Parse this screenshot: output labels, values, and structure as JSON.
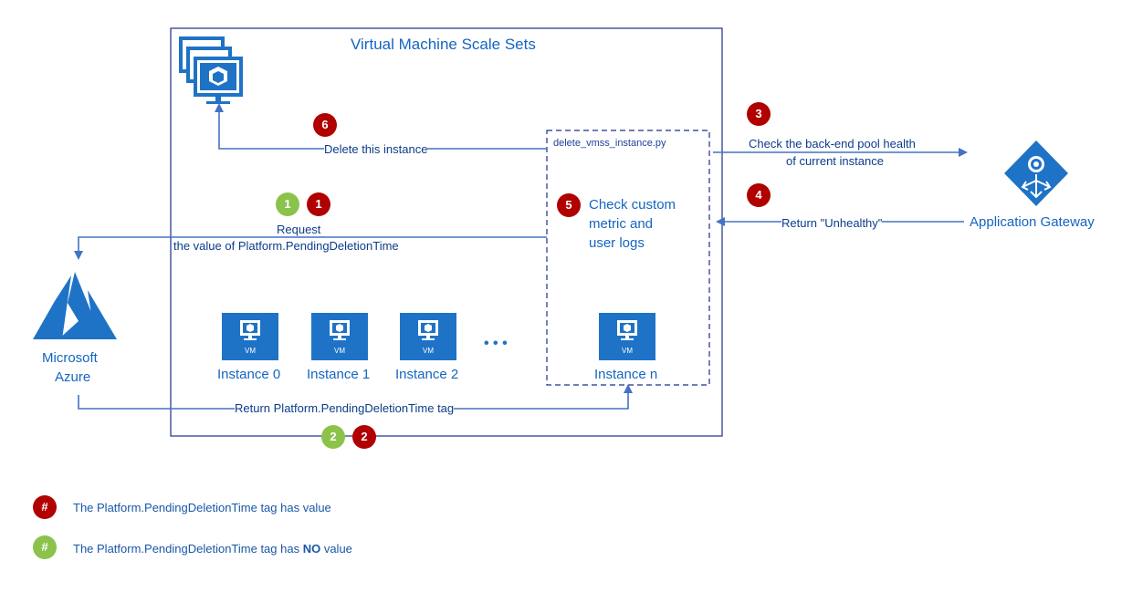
{
  "title": "Virtual Machine Scale Sets",
  "script_name": "delete_vmss_instance.py",
  "steps": {
    "s1_red": "1",
    "s1_green": "1",
    "s2_red": "2",
    "s2_green": "2",
    "s3": "3",
    "s4": "4",
    "s5": "5",
    "s6": "6"
  },
  "labels": {
    "delete": "Delete this instance",
    "request_line1": "Request",
    "request_line2": "the value of Platform.PendingDeletionTime",
    "return_tag": "Return Platform.PendingDeletionTime tag",
    "check_health_line1": "Check the back-end pool health",
    "check_health_line2": "of current instance",
    "return_unhealthy": "Return \"Unhealthy\"",
    "check_custom_line1": "Check custom",
    "check_custom_line2": "metric and",
    "check_custom_line3": "user logs"
  },
  "azure": {
    "line1": "Microsoft",
    "line2": "Azure"
  },
  "app_gateway": "Application Gateway",
  "instances": {
    "i0": "Instance 0",
    "i1": "Instance 1",
    "i2": "Instance 2",
    "in": "Instance n",
    "ellipsis": "• • •",
    "vm_tag": "VM"
  },
  "legend": {
    "symbol": "#",
    "red_text_a": "The Platform.PendingDeletionTime tag has value",
    "green_text_a": "The Platform.PendingDeletionTime tag has ",
    "green_text_b": "NO",
    "green_text_c": " value"
  },
  "colors": {
    "line": "#4472c4",
    "red": "#b00000",
    "green": "#8bc34a",
    "azure_blue": "#1e73c6",
    "frame": "#1f2d8a"
  }
}
